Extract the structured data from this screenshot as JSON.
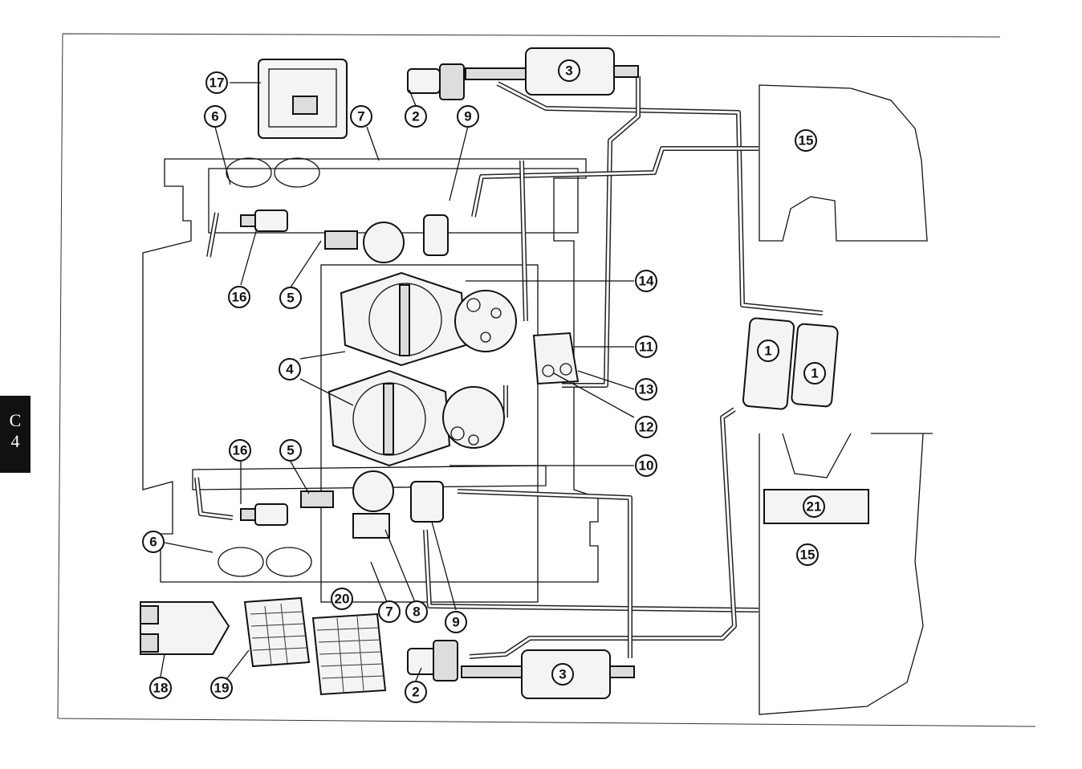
{
  "page_tab": {
    "letter": "C",
    "number": "4"
  },
  "callouts": [
    {
      "label": "17"
    },
    {
      "label": "6"
    },
    {
      "label": "7"
    },
    {
      "label": "2"
    },
    {
      "label": "9"
    },
    {
      "label": "3"
    },
    {
      "label": "15"
    },
    {
      "label": "16"
    },
    {
      "label": "5"
    },
    {
      "label": "14"
    },
    {
      "label": "4"
    },
    {
      "label": "11"
    },
    {
      "label": "1"
    },
    {
      "label": "1"
    },
    {
      "label": "13"
    },
    {
      "label": "12"
    },
    {
      "label": "16"
    },
    {
      "label": "5"
    },
    {
      "label": "10"
    },
    {
      "label": "21"
    },
    {
      "label": "6"
    },
    {
      "label": "15"
    },
    {
      "label": "20"
    },
    {
      "label": "7"
    },
    {
      "label": "8"
    },
    {
      "label": "9"
    },
    {
      "label": "3"
    },
    {
      "label": "18"
    },
    {
      "label": "19"
    },
    {
      "label": "2"
    }
  ]
}
